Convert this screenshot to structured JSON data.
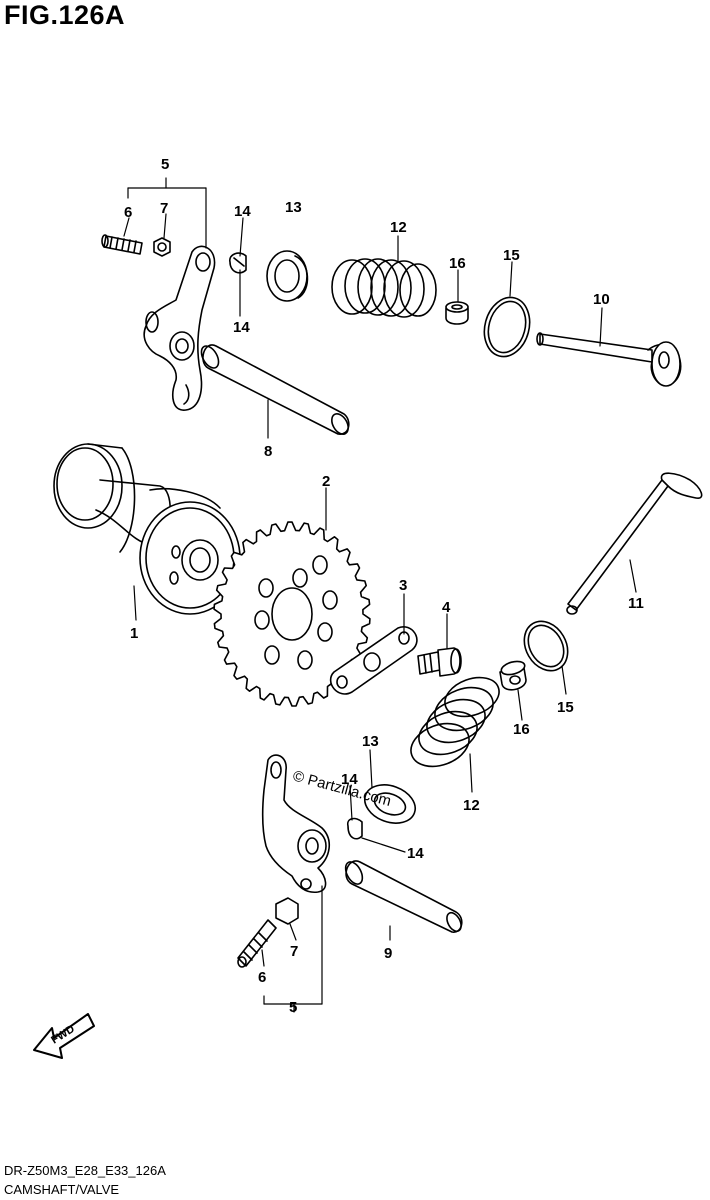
{
  "figure": {
    "title": "FIG.126A",
    "code": "DR-Z50M3_E28_E33_126A",
    "caption": "CAMSHAFT/VALVE",
    "watermark": "© Partzilla.com",
    "fwd_label": "FWD"
  },
  "callouts": {
    "c5a": "5",
    "c6a": "6",
    "c7a": "7",
    "c14a": "14",
    "c13a": "13",
    "c12a": "12",
    "c16a": "16",
    "c15a": "15",
    "c10": "10",
    "c14b": "14",
    "c8": "8",
    "c2": "2",
    "c1": "1",
    "c3": "3",
    "c4": "4",
    "c11": "11",
    "c15b": "15",
    "c16b": "16",
    "c13b": "13",
    "c14c": "14",
    "c12b": "12",
    "c14d": "14",
    "c9": "9",
    "c6b": "6",
    "c7b": "7",
    "c5b": "5"
  }
}
